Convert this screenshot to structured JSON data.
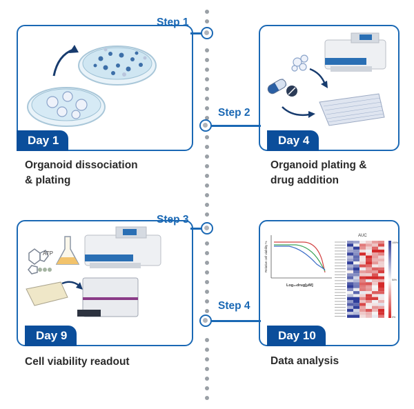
{
  "steps": [
    {
      "label": "Step 1",
      "day": "Day 1",
      "desc_line1": "Organoid dissociation",
      "desc_line2": "& plating"
    },
    {
      "label": "Step 2",
      "day": "Day 4",
      "desc_line1": "Organoid plating &",
      "desc_line2": "drug addition"
    },
    {
      "label": "Step 3",
      "day": "Day 9",
      "desc_line1": "Cell viability readout",
      "desc_line2": ""
    },
    {
      "label": "Step 4",
      "day": "Day 10",
      "desc_line1": "Data analysis",
      "desc_line2": ""
    }
  ],
  "illustrations": {
    "atp_label": "ATP",
    "plot_ylabel": "Relative cell viability %",
    "plot_xlabel": "Log₁₀drug[μM]",
    "heatmap_title": "AUC",
    "colorbar_top": "100%",
    "colorbar_mid": "50%",
    "colorbar_bottom": "0%"
  },
  "colors": {
    "accent": "#1a68b4",
    "day_tab": "#0b4e9b",
    "timeline_dot": "#9aa0a6"
  }
}
